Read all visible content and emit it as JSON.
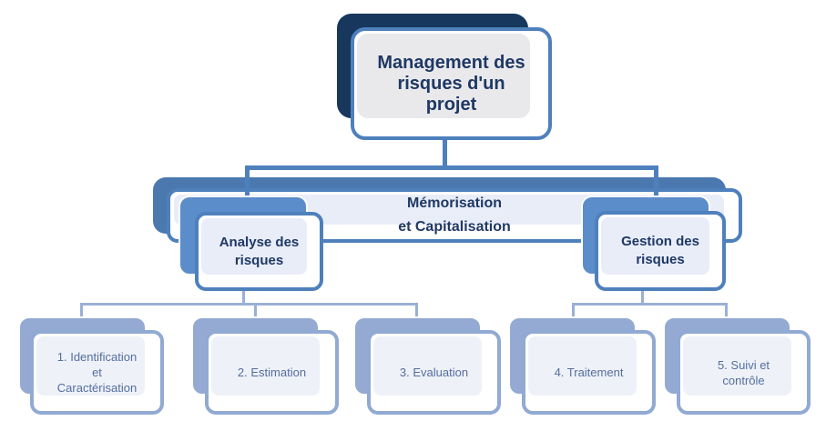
{
  "nodes": {
    "root": {
      "label": "Management des\nrisques d'un\nprojet"
    },
    "memorisation": {
      "label": "Mémorisation\net Capitalisation"
    },
    "analyse": {
      "label": "Analyse des\nrisques"
    },
    "gestion": {
      "label": "Gestion des\nrisques"
    },
    "steps": [
      {
        "label": "1. Identification\net\nCaractérisation"
      },
      {
        "label": "2. Estimation"
      },
      {
        "label": "3. Evaluation"
      },
      {
        "label": "4. Traitement"
      },
      {
        "label": "5. Suivi et\ncontrôle"
      }
    ]
  },
  "colors": {
    "background": "#FFFFFF",
    "root-shadow": "#17375D",
    "band-fill": "#4B79AF",
    "mid-shadow": "#5C8DCB",
    "mid-border": "#4E80BC",
    "bottom-shadow": "#94AAD2",
    "bottom-border": "#91AAD3",
    "navy-text": "#1F3864",
    "slate-text": "#546E9E",
    "gray-tint": "#E9E9EC",
    "blue-tint": "#E8EDF8",
    "bottom-tint": "#EEF1F8",
    "line-dark": "#4E80BC",
    "line-light": "#9AB0D6"
  }
}
